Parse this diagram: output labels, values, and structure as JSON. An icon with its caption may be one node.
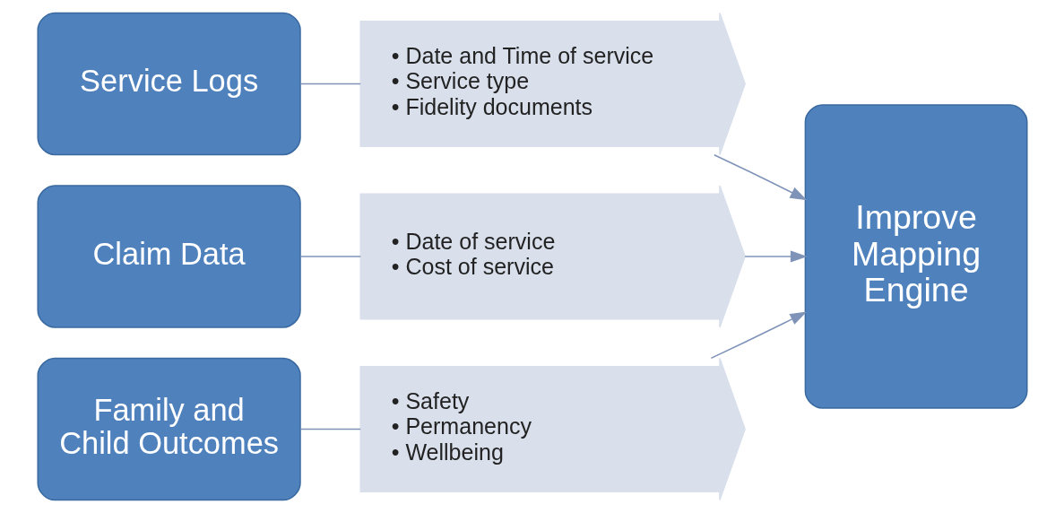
{
  "diagram": {
    "nodes": [
      {
        "text": [
          "Service Logs"
        ]
      },
      {
        "text": [
          "• Date and Time of service",
          "• Service type",
          "• Fidelity documents"
        ]
      },
      {
        "text": [
          "Claim Data"
        ]
      },
      {
        "text": [
          "• Date of service",
          "• Cost of service"
        ]
      },
      {
        "text": [
          "Family and Child Outcomes"
        ]
      },
      {
        "text": [
          "• Safety",
          "• Permanency",
          "• Wellbeing"
        ]
      },
      {
        "text": [
          "Improve Mapping Engine"
        ]
      }
    ],
    "edges": [
      {
        "from": 0,
        "to": 1,
        "arrow": "none"
      },
      {
        "from": 2,
        "to": 3,
        "arrow": "none"
      },
      {
        "from": 4,
        "to": 5,
        "arrow": "none"
      },
      {
        "from": 1,
        "to": 6,
        "arrow": "to"
      },
      {
        "from": 3,
        "to": 6,
        "arrow": "to"
      },
      {
        "from": 5,
        "to": 6,
        "arrow": "to"
      }
    ]
  }
}
